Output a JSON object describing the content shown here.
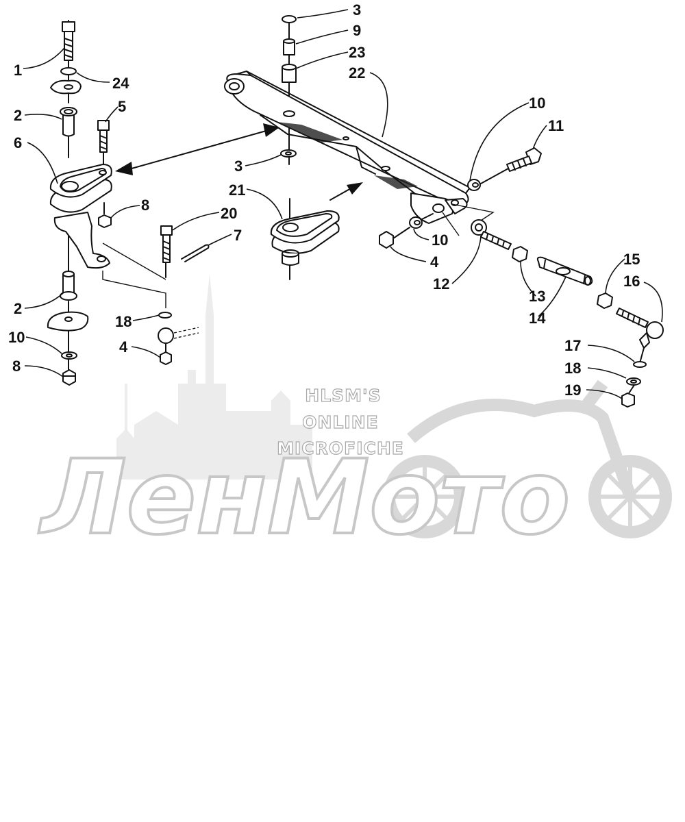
{
  "watermark": {
    "line1": "HLSM'S",
    "line2": "ONLINE",
    "line3": "MICROFICHE",
    "brand": "ЛенМото"
  },
  "callouts": [
    "3",
    "9",
    "23",
    "22",
    "10",
    "11",
    "1",
    "24",
    "2",
    "5",
    "6",
    "8",
    "20",
    "7",
    "21",
    "3",
    "10",
    "4",
    "12",
    "13",
    "14",
    "15",
    "16",
    "2",
    "18",
    "4",
    "10",
    "8",
    "17",
    "18",
    "19"
  ]
}
